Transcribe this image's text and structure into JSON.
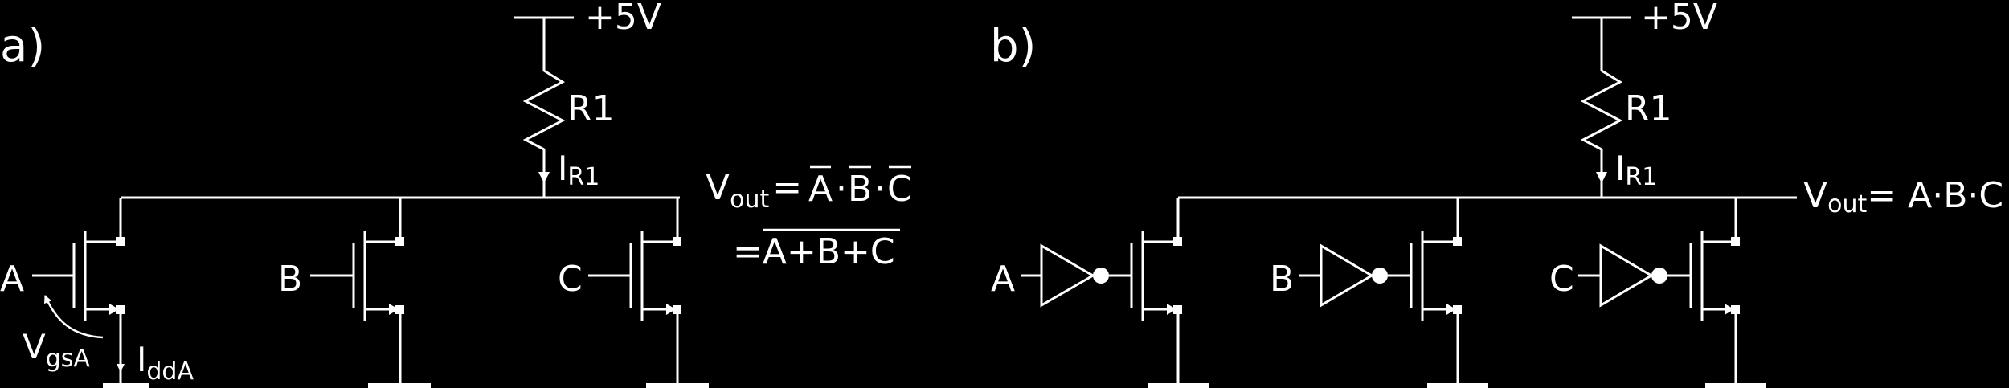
{
  "panel_a": {
    "label": "a)",
    "supply": "+5V",
    "resistor": "R1",
    "current_main": "I",
    "current_main_sub": "R1",
    "output_v": "V",
    "output_sub": "out",
    "eq_prefix": "=",
    "eq_line1_a": "A",
    "eq_line1_b": "B",
    "eq_line1_c": "C",
    "dot": "·",
    "eq_line2": "=A+B+C",
    "input_a": "A",
    "input_b": "B",
    "input_c": "C",
    "vgs": "V",
    "vgs_sub": "gsA",
    "idd": "I",
    "idd_sub": "ddA"
  },
  "panel_b": {
    "label": "b)",
    "supply": "+5V",
    "resistor": "R1",
    "current_main": "I",
    "current_main_sub": "R1",
    "output_v": "V",
    "output_sub": "out",
    "eq": "= A·B·C",
    "input_a": "A",
    "input_b": "B",
    "input_c": "C"
  }
}
